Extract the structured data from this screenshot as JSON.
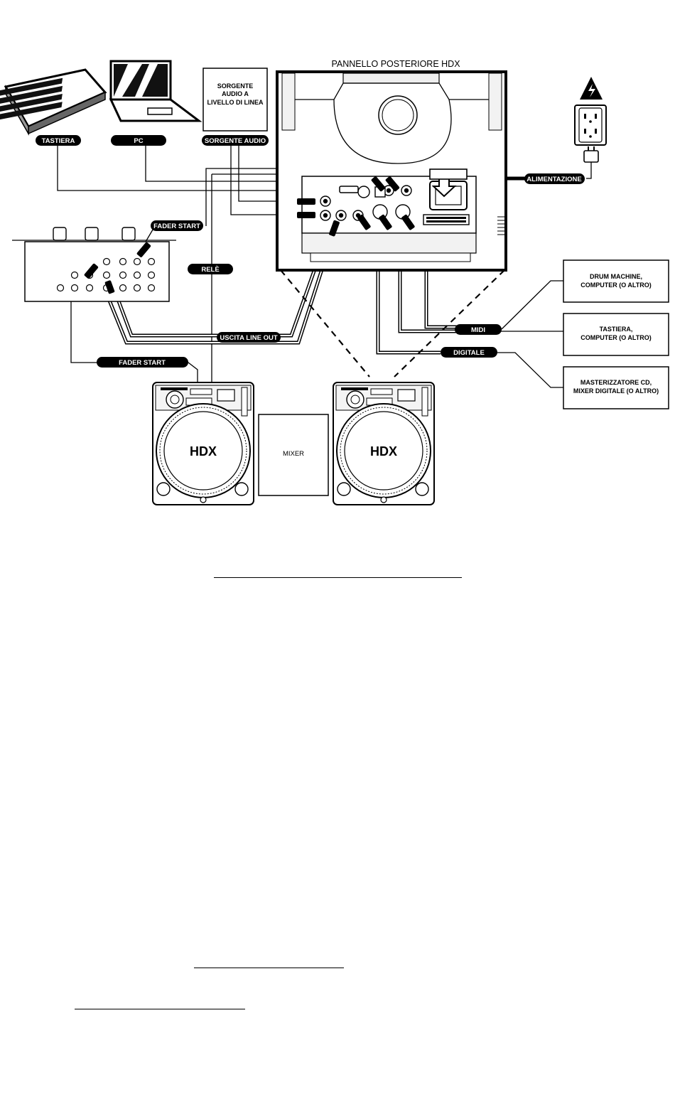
{
  "panel_title": "PANNELLO POSTERIORE HDX",
  "source_box": {
    "lines": [
      "SORGENTE",
      "AUDIO A",
      "LIVELLO DI LINEA"
    ]
  },
  "pills": {
    "keyboard": "TASTIERA",
    "pc": "PC",
    "audio_source": "SORGENTE AUDIO",
    "power": "ALIMENTAZIONE",
    "fader_start_top": "FADER START",
    "relay": "RELÈ",
    "line_out": "USCITA LINE OUT",
    "midi": "MIDI",
    "digital": "DIGITALE",
    "fader_start_bottom": "FADER START"
  },
  "device_boxes": {
    "drum_machine": [
      "DRUM MACHINE,",
      "COMPUTER (O ALTRO)"
    ],
    "keyboard_computer": [
      "TASTIERA,",
      "COMPUTER (O ALTRO)"
    ],
    "cd_burner": [
      "MASTERIZZATORE CD,",
      "MIXER DIGITALE (O ALTRO)"
    ]
  },
  "deck_left_label": "HDX",
  "deck_right_label": "HDX",
  "mixer_label": "MIXER",
  "colors": {
    "ink": "#000000",
    "paper": "#ffffff",
    "panel_gray": "#bdbdbd"
  }
}
